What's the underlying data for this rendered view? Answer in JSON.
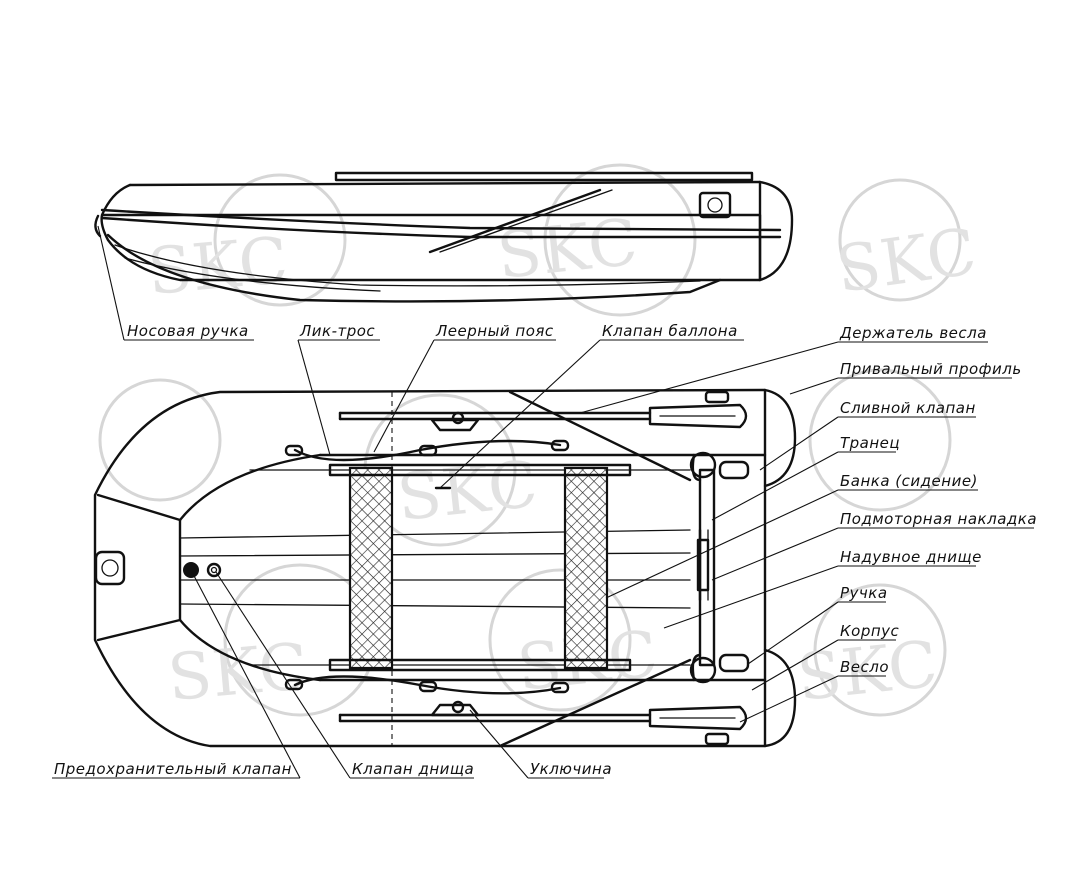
{
  "labels": {
    "nose_handle": "Носовая ручка",
    "bolt_rope": "Лик-трос",
    "grab_line": "Леерный пояс",
    "tube_valve": "Клапан баллона",
    "oar_holder": "Держатель весла",
    "rub_strake": "Привальный профиль",
    "drain_valve": "Сливной клапан",
    "transom": "Транец",
    "seat": "Банка (сидение)",
    "motor_pad": "Подмоторная накладка",
    "inflatable_floor": "Надувное днище",
    "handle": "Ручка",
    "hull": "Корпус",
    "oar": "Весло",
    "safety_valve": "Предохранительный клапан",
    "floor_valve": "Клапан днища",
    "oarlock": "Уключина"
  },
  "watermark": "SKC",
  "colors": {
    "line": "#111111",
    "watermark": "#d6d6d6",
    "seat_fill": "#cfcfcf"
  }
}
